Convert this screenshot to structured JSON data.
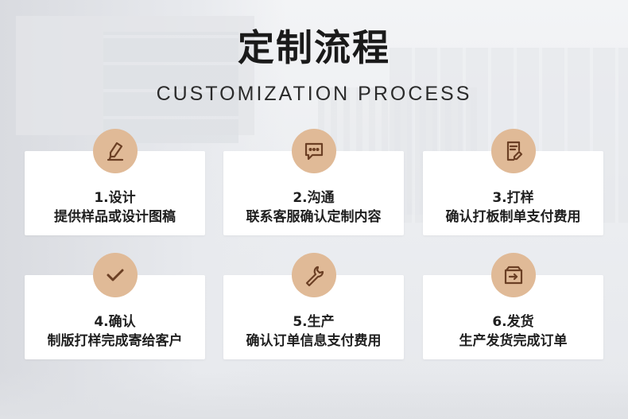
{
  "page": {
    "title": "定制流程",
    "subtitle": "CUSTOMIZATION PROCESS"
  },
  "colors": {
    "accent": "#e0ba97",
    "icon_stroke": "#6b3f24",
    "card": "#ffffff",
    "text": "#1f1f1f"
  },
  "steps": [
    {
      "title": "1.设计",
      "desc": "提供样品或设计图稿",
      "icon": "pen-icon"
    },
    {
      "title": "2.沟通",
      "desc": "联系客服确认定制内容",
      "icon": "chat-icon"
    },
    {
      "title": "3.打样",
      "desc": "确认打板制单支付费用",
      "icon": "document-edit-icon"
    },
    {
      "title": "4.确认",
      "desc": "制版打样完成寄给客户",
      "icon": "checkmark-icon"
    },
    {
      "title": "5.生产",
      "desc": "确认订单信息支付费用",
      "icon": "wrench-icon"
    },
    {
      "title": "6.发货",
      "desc": "生产发货完成订单",
      "icon": "delivery-box-icon"
    }
  ]
}
